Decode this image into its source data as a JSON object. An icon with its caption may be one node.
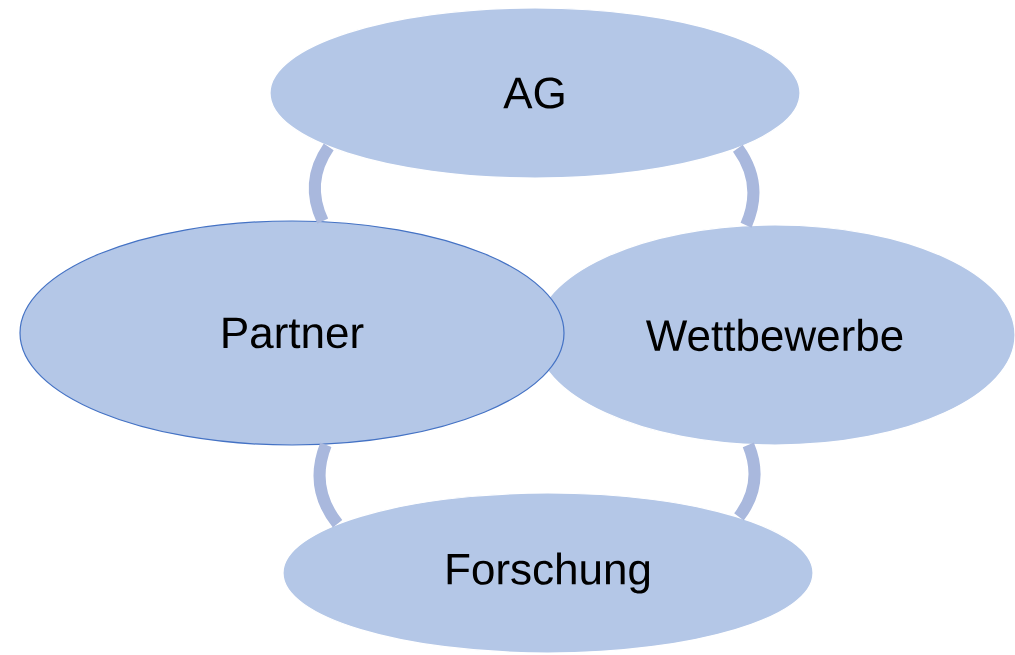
{
  "diagram": {
    "nodes": [
      {
        "text": [
          "AG"
        ]
      },
      {
        "text": [
          "Partner"
        ]
      },
      {
        "text": [
          "Wettbewerbe"
        ]
      },
      {
        "text": [
          "Forschung"
        ]
      }
    ],
    "edges": [
      {
        "from": 0,
        "to": 2,
        "arrow": "none"
      },
      {
        "from": 2,
        "to": 3,
        "arrow": "none"
      },
      {
        "from": 3,
        "to": 1,
        "arrow": "none"
      },
      {
        "from": 1,
        "to": 0,
        "arrow": "none"
      }
    ]
  }
}
